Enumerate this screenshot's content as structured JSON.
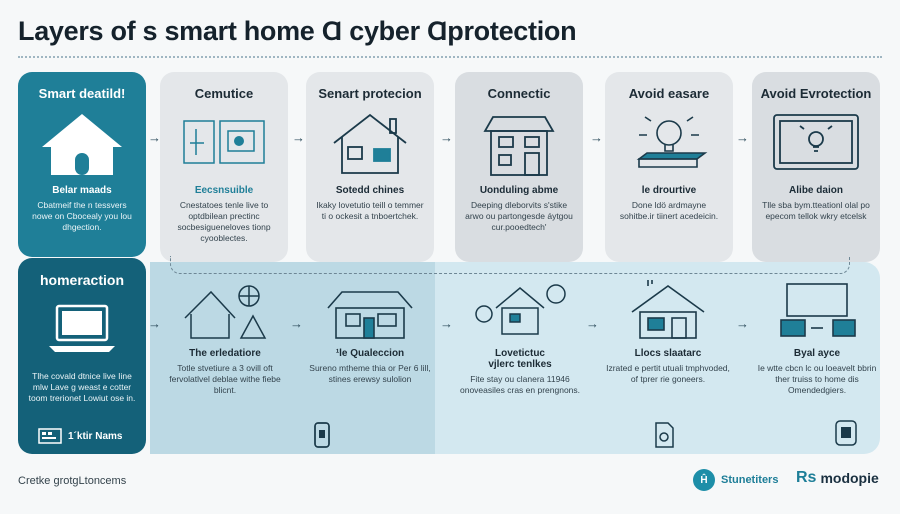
{
  "title": "Layers of s smart home Ɑ cyber Ɑprotection",
  "footer": "Cretke grotgLtoncems",
  "brands": {
    "b1_icon": "Ĥ",
    "b1_name": "Stunetiters",
    "b2_icon": "Rs",
    "b2_name": "modopie"
  },
  "left_top": {
    "heading": "Smart deatild!",
    "sub": "Belar maads",
    "text": "Cbatmeif the n tessvers nowe on Cbocealy you lou dhgection."
  },
  "left_bottom": {
    "heading": "homeraction",
    "text": "Tlhe covald dtnice live Iine mlw Lave g weast e cotter toom trerionet Lowiut ose in.",
    "badge": "1´ktir Nams"
  },
  "top_cards": [
    {
      "heading": "Cemutice",
      "sub": "Eecsnsuible",
      "text": "Cnestatoes tenle live to optdbilean prectinc socbesigueneloves tionp cyooblectes."
    },
    {
      "heading": "Senart protecion",
      "sub": "Sotedd chines",
      "text": "Ikaky lovetutio teill o temmer ti o ockesit a tnboertchek."
    },
    {
      "heading": "Connectic",
      "sub": "Uonduling abme",
      "text": "Deeping dleborvits s'stike arwo ou partongesde áytgou cur.pooedtech'"
    },
    {
      "heading": "Avoid easare",
      "sub": "le drourtive",
      "text": "Done ldö ardmayne sohitbe.ir tiinert acedeicin."
    },
    {
      "heading": "Avoid Evrotection",
      "sub": "Alibe daion",
      "text": "Tlle sba bym.tteationl olal po epecom tellok wkry etcelsk"
    }
  ],
  "bottom_cards": [
    {
      "sub": "The erledatiore",
      "text": "Totle stvetiure a 3 ovill oft fervolatlvel deblae withe fiebe blicnt."
    },
    {
      "sub": "¹le Qualeccion",
      "text": "Sureno mtheme thia or Per 6 lill, stines erewsy sulolion"
    },
    {
      "sub": "Lovetictuc",
      "sub2": "vjlerc tenlkes",
      "text": "Fite stay ou clanera 11946 onoveasiles cras en prengnons."
    },
    {
      "sub": "Llocs slaatarc",
      "text": "Izrated e pertit utuali tmphvoded, of tprer rie goneers."
    },
    {
      "sub": "Byal ayce",
      "text": "Ie wtte cbcn lc ou loeavelt bbrin ther truiss to home dis Omendedgiers."
    }
  ],
  "colors": {
    "teal": "#1f7f98",
    "dark_teal": "#146179",
    "light_blue": "#d3e8f0"
  }
}
